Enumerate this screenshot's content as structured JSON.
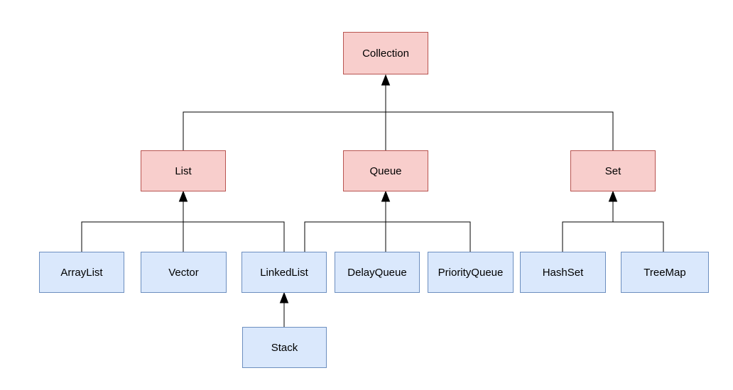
{
  "colors": {
    "interface_fill": "#f8cecc",
    "interface_border": "#b85450",
    "class_fill": "#dae8fc",
    "class_border": "#6c8ebf",
    "edge": "#000000",
    "text": "#000000",
    "background": "#ffffff"
  },
  "nodes": {
    "collection": {
      "label": "Collection",
      "kind": "interface"
    },
    "list": {
      "label": "List",
      "kind": "interface"
    },
    "queue": {
      "label": "Queue",
      "kind": "interface"
    },
    "set": {
      "label": "Set",
      "kind": "interface"
    },
    "arraylist": {
      "label": "ArrayList",
      "kind": "class"
    },
    "vector": {
      "label": "Vector",
      "kind": "class"
    },
    "linkedlist": {
      "label": "LinkedList",
      "kind": "class"
    },
    "delayqueue": {
      "label": "DelayQueue",
      "kind": "class"
    },
    "priorityqueue": {
      "label": "PriorityQueue",
      "kind": "class"
    },
    "hashset": {
      "label": "HashSet",
      "kind": "class"
    },
    "treemap": {
      "label": "TreeMap",
      "kind": "class"
    },
    "stack": {
      "label": "Stack",
      "kind": "class"
    }
  },
  "edges": [
    {
      "from": "List",
      "to": "Collection"
    },
    {
      "from": "Queue",
      "to": "Collection"
    },
    {
      "from": "Set",
      "to": "Collection"
    },
    {
      "from": "ArrayList",
      "to": "List"
    },
    {
      "from": "Vector",
      "to": "List"
    },
    {
      "from": "LinkedList",
      "to": "List"
    },
    {
      "from": "LinkedList",
      "to": "Queue"
    },
    {
      "from": "DelayQueue",
      "to": "Queue"
    },
    {
      "from": "PriorityQueue",
      "to": "Queue"
    },
    {
      "from": "HashSet",
      "to": "Set"
    },
    {
      "from": "TreeMap",
      "to": "Set"
    },
    {
      "from": "Stack",
      "to": "LinkedList"
    }
  ]
}
